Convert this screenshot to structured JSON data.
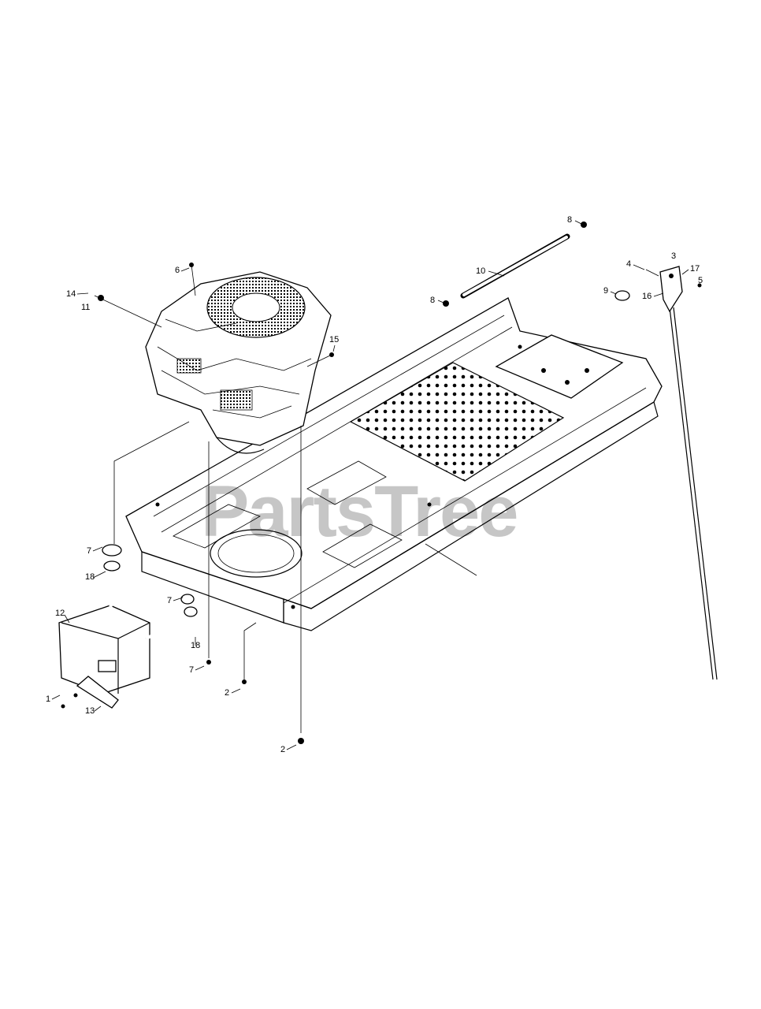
{
  "watermark": "PartsTree",
  "callouts": {
    "c1": "1",
    "c2a": "2",
    "c2b": "2",
    "c3": "3",
    "c4": "4",
    "c5": "5",
    "c6": "6",
    "c7a": "7",
    "c7b": "7",
    "c7c": "7",
    "c8a": "8",
    "c8b": "8",
    "c9": "9",
    "c10": "10",
    "c11": "11",
    "c12": "12",
    "c13": "13",
    "c14": "14",
    "c15": "15",
    "c16": "16",
    "c17": "17",
    "c18a": "18",
    "c18b": "18"
  }
}
